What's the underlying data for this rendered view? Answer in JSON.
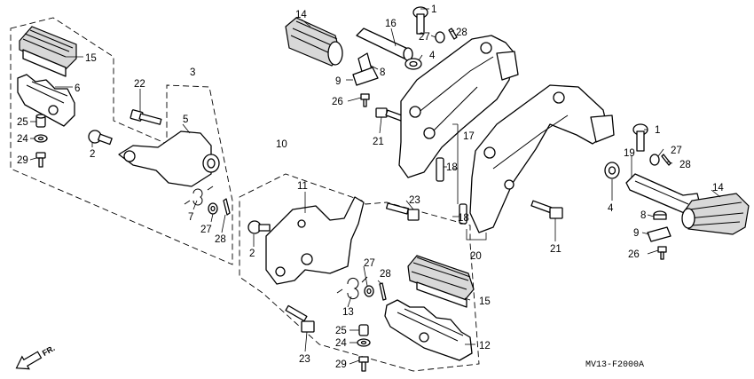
{
  "diagram": {
    "code": "MV13-F2000A",
    "front_arrow": "FR.",
    "callouts": [
      {
        "id": "c15a",
        "label": "15"
      },
      {
        "id": "c6",
        "label": "6"
      },
      {
        "id": "c25a",
        "label": "25"
      },
      {
        "id": "c24a",
        "label": "24"
      },
      {
        "id": "c29a",
        "label": "29"
      },
      {
        "id": "c22",
        "label": "22"
      },
      {
        "id": "c3",
        "label": "3"
      },
      {
        "id": "c5",
        "label": "5"
      },
      {
        "id": "c2a",
        "label": "2"
      },
      {
        "id": "c7",
        "label": "7"
      },
      {
        "id": "c27a",
        "label": "27"
      },
      {
        "id": "c28a",
        "label": "28"
      },
      {
        "id": "c14a",
        "label": "14"
      },
      {
        "id": "c16",
        "label": "16"
      },
      {
        "id": "c1a",
        "label": "1"
      },
      {
        "id": "c27b",
        "label": "27"
      },
      {
        "id": "c28b",
        "label": "28"
      },
      {
        "id": "c4a",
        "label": "4"
      },
      {
        "id": "c8a",
        "label": "8"
      },
      {
        "id": "c9a",
        "label": "9"
      },
      {
        "id": "c26a",
        "label": "26"
      },
      {
        "id": "c21a",
        "label": "21"
      },
      {
        "id": "c17",
        "label": "17"
      },
      {
        "id": "c18a",
        "label": "18"
      },
      {
        "id": "c18b",
        "label": "18"
      },
      {
        "id": "c10",
        "label": "10"
      },
      {
        "id": "c11",
        "label": "11"
      },
      {
        "id": "c23a",
        "label": "23"
      },
      {
        "id": "c2b",
        "label": "2"
      },
      {
        "id": "c27c",
        "label": "27"
      },
      {
        "id": "c28c",
        "label": "28"
      },
      {
        "id": "c15b",
        "label": "15"
      },
      {
        "id": "c13",
        "label": "13"
      },
      {
        "id": "c25b",
        "label": "25"
      },
      {
        "id": "c24b",
        "label": "24"
      },
      {
        "id": "c12",
        "label": "12"
      },
      {
        "id": "c29b",
        "label": "29"
      },
      {
        "id": "c23b",
        "label": "23"
      },
      {
        "id": "c20",
        "label": "20"
      },
      {
        "id": "c1b",
        "label": "1"
      },
      {
        "id": "c27d",
        "label": "27"
      },
      {
        "id": "c28d",
        "label": "28"
      },
      {
        "id": "c19",
        "label": "19"
      },
      {
        "id": "c14b",
        "label": "14"
      },
      {
        "id": "c4b",
        "label": "4"
      },
      {
        "id": "c21b",
        "label": "21"
      },
      {
        "id": "c8b",
        "label": "8"
      },
      {
        "id": "c9b",
        "label": "9"
      },
      {
        "id": "c26b",
        "label": "26"
      }
    ]
  }
}
